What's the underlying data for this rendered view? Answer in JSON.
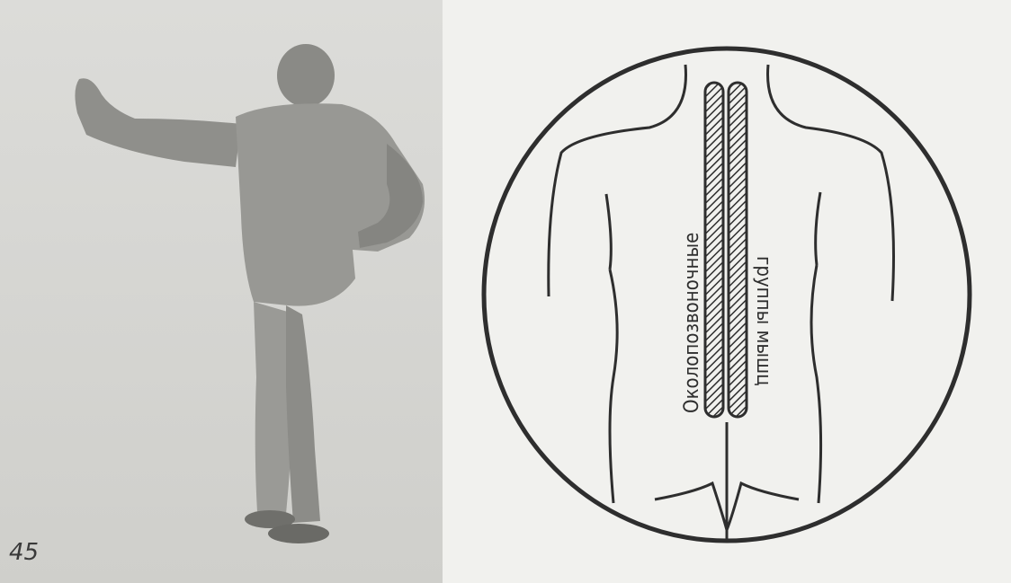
{
  "figure": {
    "number": "45",
    "diagram": {
      "label_left": "Околопозвоночные",
      "label_right": "группы мышц"
    },
    "colors": {
      "ink": "#2e2e2e",
      "paper": "#f1f1ee",
      "photo_bg": "#d6d6d3"
    }
  }
}
